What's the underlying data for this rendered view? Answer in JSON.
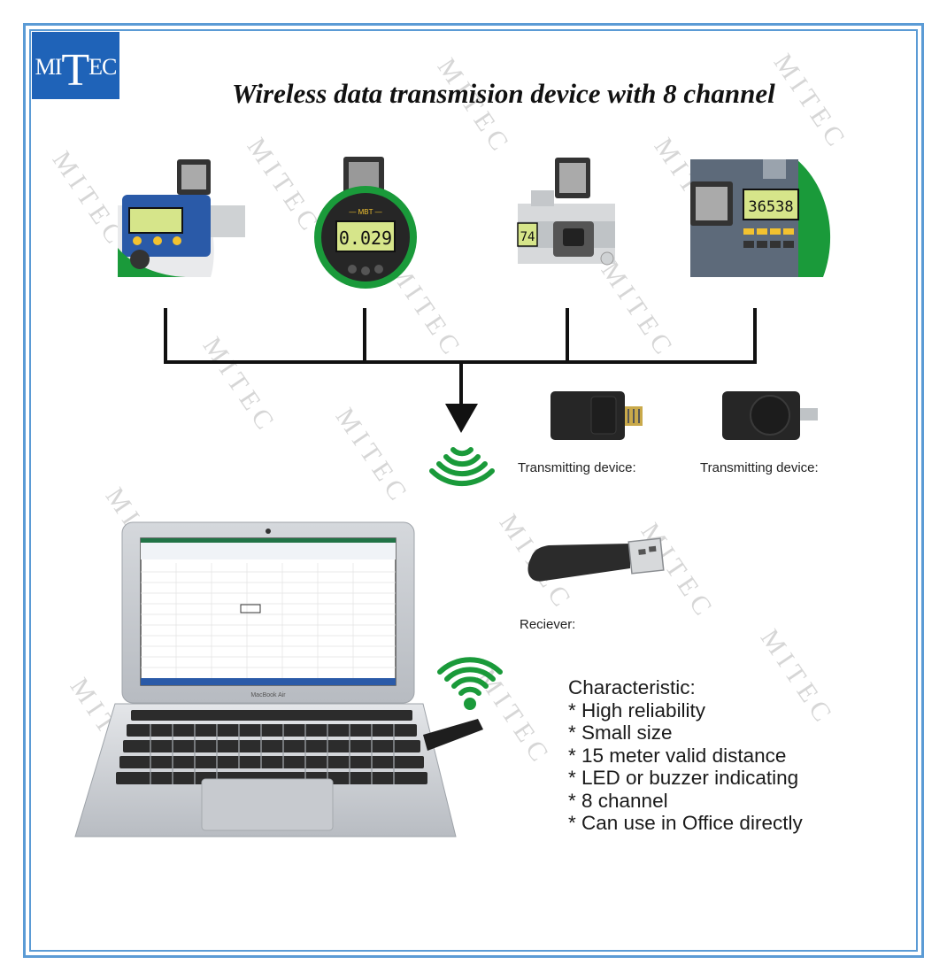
{
  "logo": {
    "prefix": "MI",
    "middle": "T",
    "suffix": "EC"
  },
  "title": "Wireless data transmision device with 8 channel",
  "watermark": "MITEC",
  "devices": {
    "micrometer_reading": "",
    "dial_indicator_reading": "0.029",
    "caliper_reading": "74",
    "height_gauge_reading": "36538"
  },
  "captions": {
    "transmitter_1": "Transmitting device:",
    "transmitter_2": "Transmitting device:",
    "receiver": "Reciever:"
  },
  "laptop_label": "MacBook Air",
  "characteristics": {
    "heading": "Characteristic:",
    "items": [
      "* High reliability",
      "* Small size",
      "* 15 meter valid distance",
      "* LED or buzzer indicating",
      "* 8 channel",
      "* Can use in Office directly"
    ]
  },
  "colors": {
    "frame": "#5b9bd5",
    "logo_bg": "#1f63b8",
    "wifi_green": "#1a9a3a",
    "lcd": "#d6e58a"
  }
}
